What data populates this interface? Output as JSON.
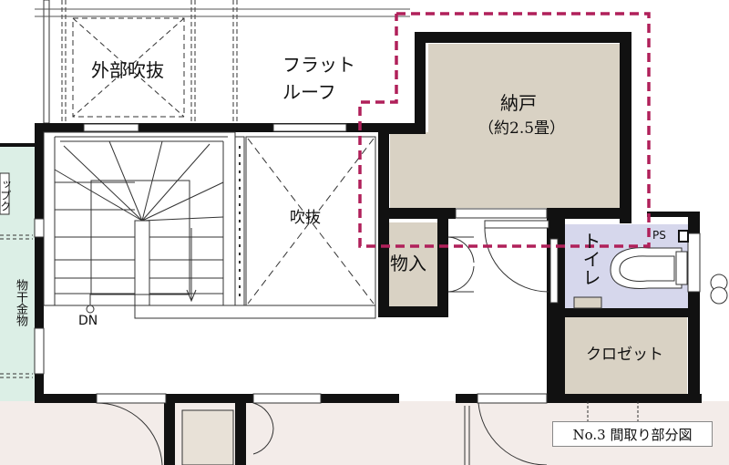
{
  "labels": {
    "void_exterior": "外部吹抜",
    "flat_roof_1": "フラット",
    "flat_roof_2": "ルーフ",
    "storage_1": "納戸",
    "storage_2": "（約2.5畳）",
    "void": "吹抜",
    "closet_small": "物入",
    "toilet": "トイレ",
    "ps": "PS",
    "closet": "クロゼット",
    "dn": "DN",
    "drying_hardware": "物干金物",
    "balcony_partial": "ップク"
  },
  "caption": "No.3 間取り部分図",
  "colors": {
    "wall": "#111111",
    "storage_fill": "#d9d2c4",
    "toilet_fill": "#d6d7ec",
    "balcony_fill": "#dcefe6",
    "highlight": "#b0205a",
    "exterior_fill": "#f3ece9"
  }
}
